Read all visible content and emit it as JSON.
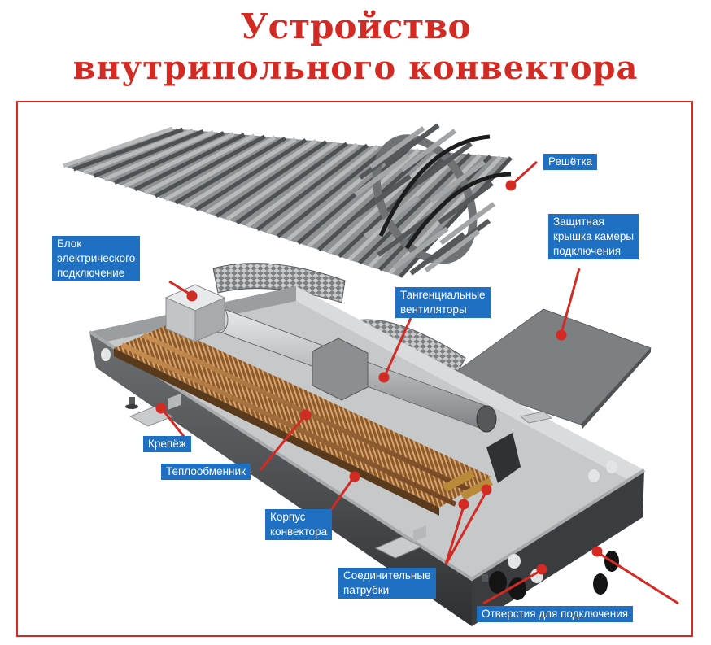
{
  "title": {
    "line1": "Устройство",
    "line2": "внутрипольного конвектора"
  },
  "labels": {
    "grate": "Решётка",
    "cover": [
      "Защитная",
      "крышка камеры",
      "подключения"
    ],
    "electric_block": [
      "Блок",
      "электрического",
      "подключение"
    ],
    "fans": [
      "Тангенциальные",
      "вентиляторы"
    ],
    "mount": "Крепёж",
    "heat_exchanger": "Теплообменник",
    "body": [
      "Корпус",
      "конвектора"
    ],
    "pipes": [
      "Соединительные",
      "патрубки"
    ],
    "holes": "Отверстия для подключения"
  },
  "colors": {
    "title": "#d42a24",
    "label_bg": "#1f6fc2",
    "pointer": "#d42a24",
    "frame": "#d42a24"
  }
}
